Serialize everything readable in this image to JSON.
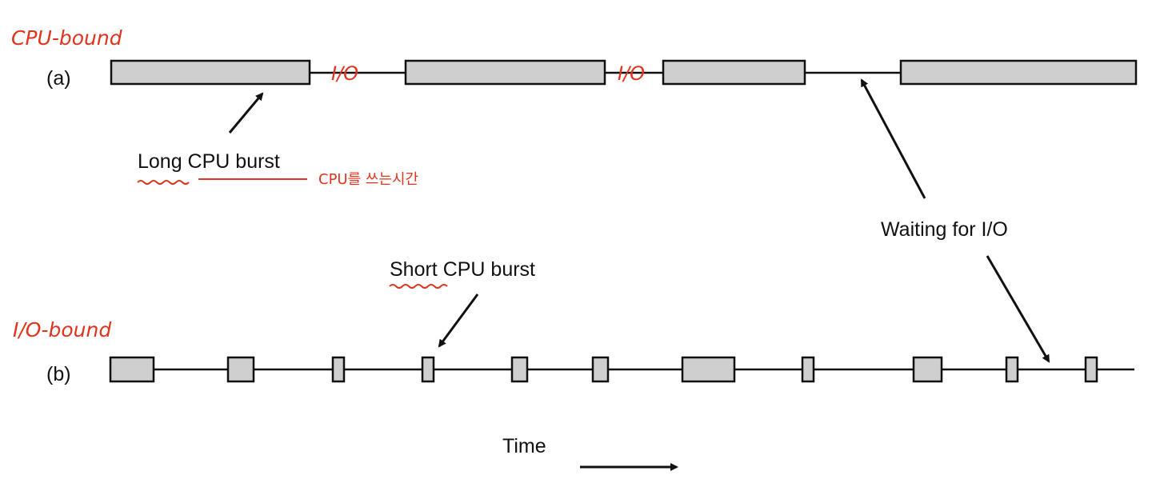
{
  "rows": {
    "a": {
      "label": "(a)",
      "annotation": "CPU-bound",
      "bursts": [
        {
          "start": 139,
          "end": 387
        },
        {
          "start": 507,
          "end": 756
        },
        {
          "start": 829,
          "end": 1006
        },
        {
          "start": 1126,
          "end": 1420
        }
      ],
      "timeline_end": 1420
    },
    "b": {
      "label": "(b)",
      "annotation": "I/O-bound",
      "bursts": [
        {
          "start": 138,
          "end": 192
        },
        {
          "start": 285,
          "end": 317
        },
        {
          "start": 416,
          "end": 430
        },
        {
          "start": 528,
          "end": 542
        },
        {
          "start": 640,
          "end": 659
        },
        {
          "start": 741,
          "end": 760
        },
        {
          "start": 853,
          "end": 918
        },
        {
          "start": 1003,
          "end": 1017
        },
        {
          "start": 1142,
          "end": 1177
        },
        {
          "start": 1258,
          "end": 1272
        },
        {
          "start": 1357,
          "end": 1371
        }
      ],
      "timeline_end": 1418
    }
  },
  "labels": {
    "long_burst": "Long CPU burst",
    "short_burst": "Short CPU burst",
    "waiting_io": "Waiting for I/O",
    "time": "Time"
  },
  "handwritten": {
    "io_1": "I/O",
    "io_2": "I/O",
    "long_burst_note": "CPU를 쓰는시간"
  },
  "colors": {
    "burst_fill": "#cfcfcf",
    "outline": "#111111",
    "annotation": "#e0341e"
  }
}
